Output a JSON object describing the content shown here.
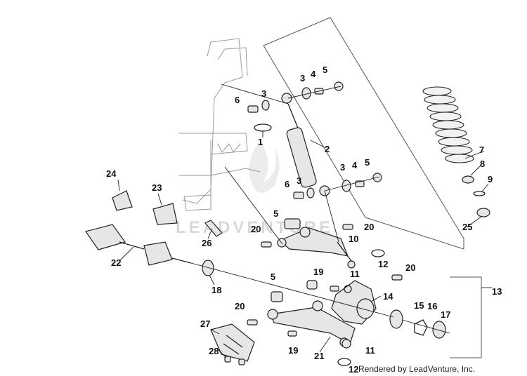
{
  "diagram": {
    "credit": "Rendered by LeadVenture, Inc.",
    "watermark": "LEADVENTURE",
    "callouts": [
      "1",
      "2",
      "3",
      "3",
      "3",
      "3",
      "4",
      "4",
      "5",
      "5",
      "5",
      "5",
      "6",
      "6",
      "7",
      "8",
      "9",
      "10",
      "11",
      "11",
      "12",
      "12",
      "13",
      "14",
      "15",
      "16",
      "17",
      "18",
      "19",
      "19",
      "20",
      "20",
      "20",
      "20",
      "21",
      "22",
      "23",
      "24",
      "25",
      "26",
      "27",
      "28"
    ]
  }
}
